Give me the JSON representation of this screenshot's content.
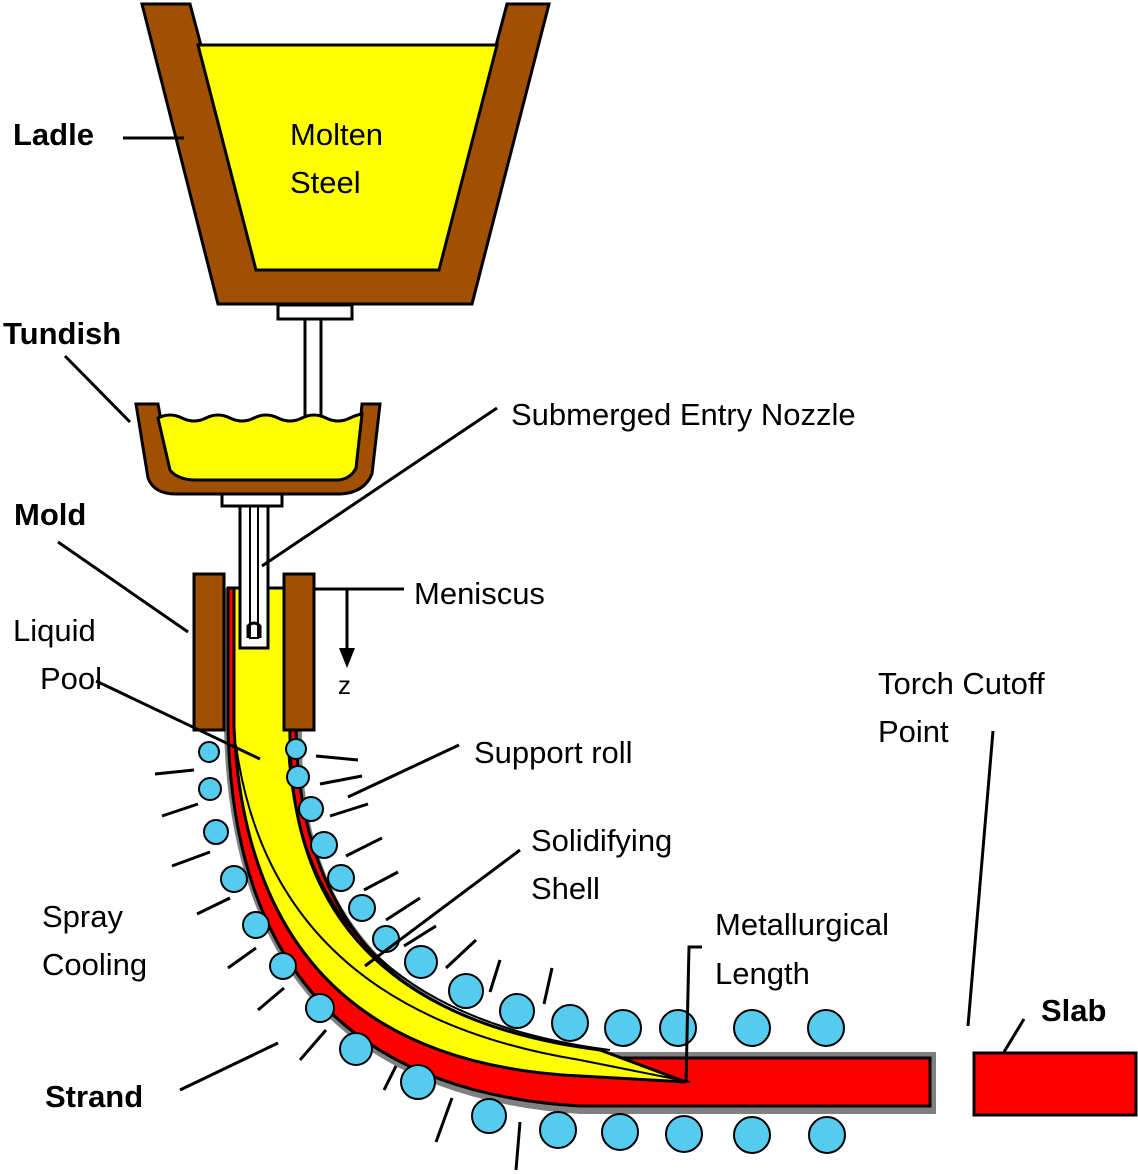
{
  "labels": {
    "ladle": "Ladle",
    "molten_steel_line1": "Molten",
    "molten_steel_line2": "Steel",
    "tundish": "Tundish",
    "sen": "Submerged Entry Nozzle",
    "mold": "Mold",
    "meniscus": "Meniscus",
    "z_axis": "z",
    "liquid_pool_line1": "Liquid",
    "liquid_pool_line2": "Pool",
    "torch_line1": "Torch Cutoff",
    "torch_line2": "Point",
    "support_roll": "Support roll",
    "shell_line1": "Solidifying",
    "shell_line2": "Shell",
    "spray_line1": "Spray",
    "spray_line2": "Cooling",
    "met_line1": "Metallurgical",
    "met_line2": "Length",
    "slab": "Slab",
    "strand": "Strand"
  },
  "colors": {
    "refractory": "#a05000",
    "molten_steel": "#ffff00",
    "hot_strand": "#ff0000",
    "shell_edge": "#808080",
    "support_roll": "#55ccee"
  }
}
